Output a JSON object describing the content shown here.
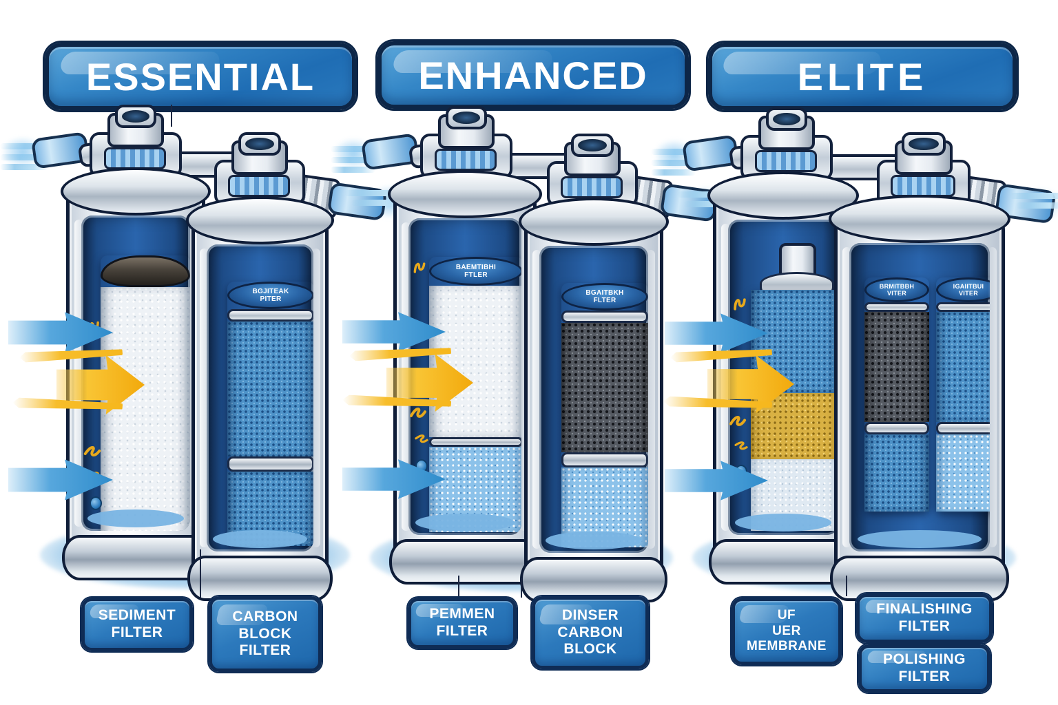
{
  "illustration": {
    "title_note": "three-tier water filter comparison diagram",
    "background": "#ffffff",
    "colors": {
      "banner_blue": "#2B7CC0",
      "border_navy": "#0D2647",
      "label_blue": "#2A77BA",
      "arrow_blue": "#3D97D4",
      "arrow_yellow": "#F6B71D",
      "cavity_blue": "#2A65AD",
      "shadow_blue": "#8FC0E6",
      "carbon_dark": "#565B63",
      "mesh_blue": "#4E93C9",
      "mesh_gold": "#D9B143"
    },
    "icons": {
      "flow_arrow": "right-arrow",
      "contaminant": "squiggle",
      "droplet": "water-drop"
    }
  },
  "tiers": [
    {
      "banner": "ESSENTIAL",
      "stage_labels": [
        {
          "text": "SEDIMENT\nFILTER"
        },
        {
          "text": "CARBON\nBLOCK\nFILTER"
        }
      ],
      "cartridge_caps": {
        "right": "BGJITEAK\nPITER"
      }
    },
    {
      "banner": "ENHANCED",
      "stage_labels": [
        {
          "text": "PEMMEN\nFILTER"
        },
        {
          "text": "DINSER\nCARBON\nBLOCK"
        }
      ],
      "cartridge_caps": {
        "left": "BAEMTIBHI\nFTLER",
        "right": "BGAITBKH\nFLTER"
      }
    },
    {
      "banner": "ELITE",
      "stage_labels": [
        {
          "text": "UF\nUER\nMEMBRANE"
        },
        {
          "text": "FINALISHING\nFILTER"
        },
        {
          "text": "POLISHING\nFILTER"
        }
      ],
      "cartridge_caps": {
        "right_front": "BRMITBBH\nVITER",
        "right_back": "IGAIITBUI\nVITER"
      }
    }
  ]
}
